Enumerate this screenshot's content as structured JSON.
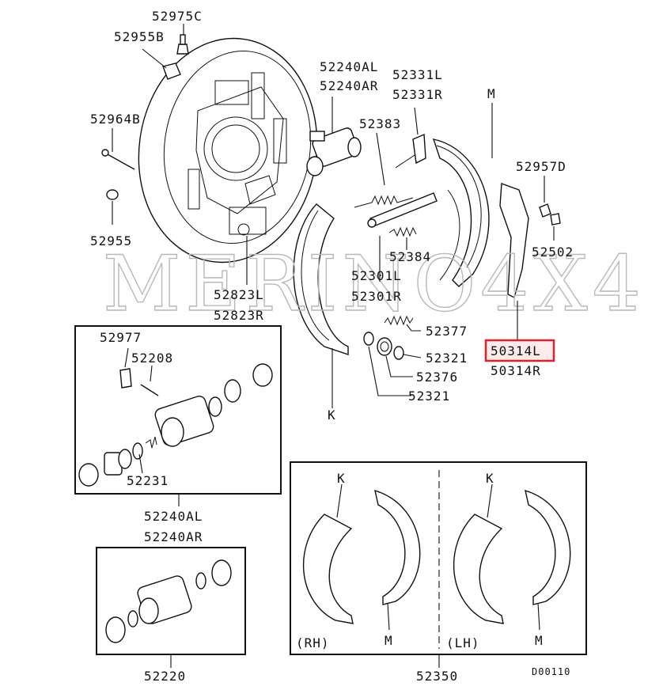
{
  "watermark": "MERINO4X4",
  "highlighted_part": "50314L",
  "labels": {
    "p52975C": "52975C",
    "p52955B": "52955B",
    "p52240AL_top": "52240AL",
    "p52240AR_top": "52240AR",
    "p52331L": "52331L",
    "p52331R": "52331R",
    "M_top": "M",
    "p52964B": "52964B",
    "p52383": "52383",
    "p52957D": "52957D",
    "p52955": "52955",
    "p52502": "52502",
    "p52384": "52384",
    "p52823L": "52823L",
    "p52823R": "52823R",
    "p52301L": "52301L",
    "p52301R": "52301R",
    "p52377": "52377",
    "p50314L": "50314L",
    "p50314R": "50314R",
    "p52977": "52977",
    "p52208": "52208",
    "p52321_a": "52321",
    "p52376": "52376",
    "p52321_b": "52321",
    "K_mid": "K",
    "p52231": "52231",
    "p52240AL_bottom": "52240AL",
    "p52240AR_bottom": "52240AR",
    "K_rh": "K",
    "K_lh": "K",
    "M_rh": "M",
    "M_lh": "M",
    "RH": "(RH)",
    "LH": "(LH)",
    "p52220": "52220",
    "p52350": "52350",
    "diagram_code": "D00110"
  }
}
